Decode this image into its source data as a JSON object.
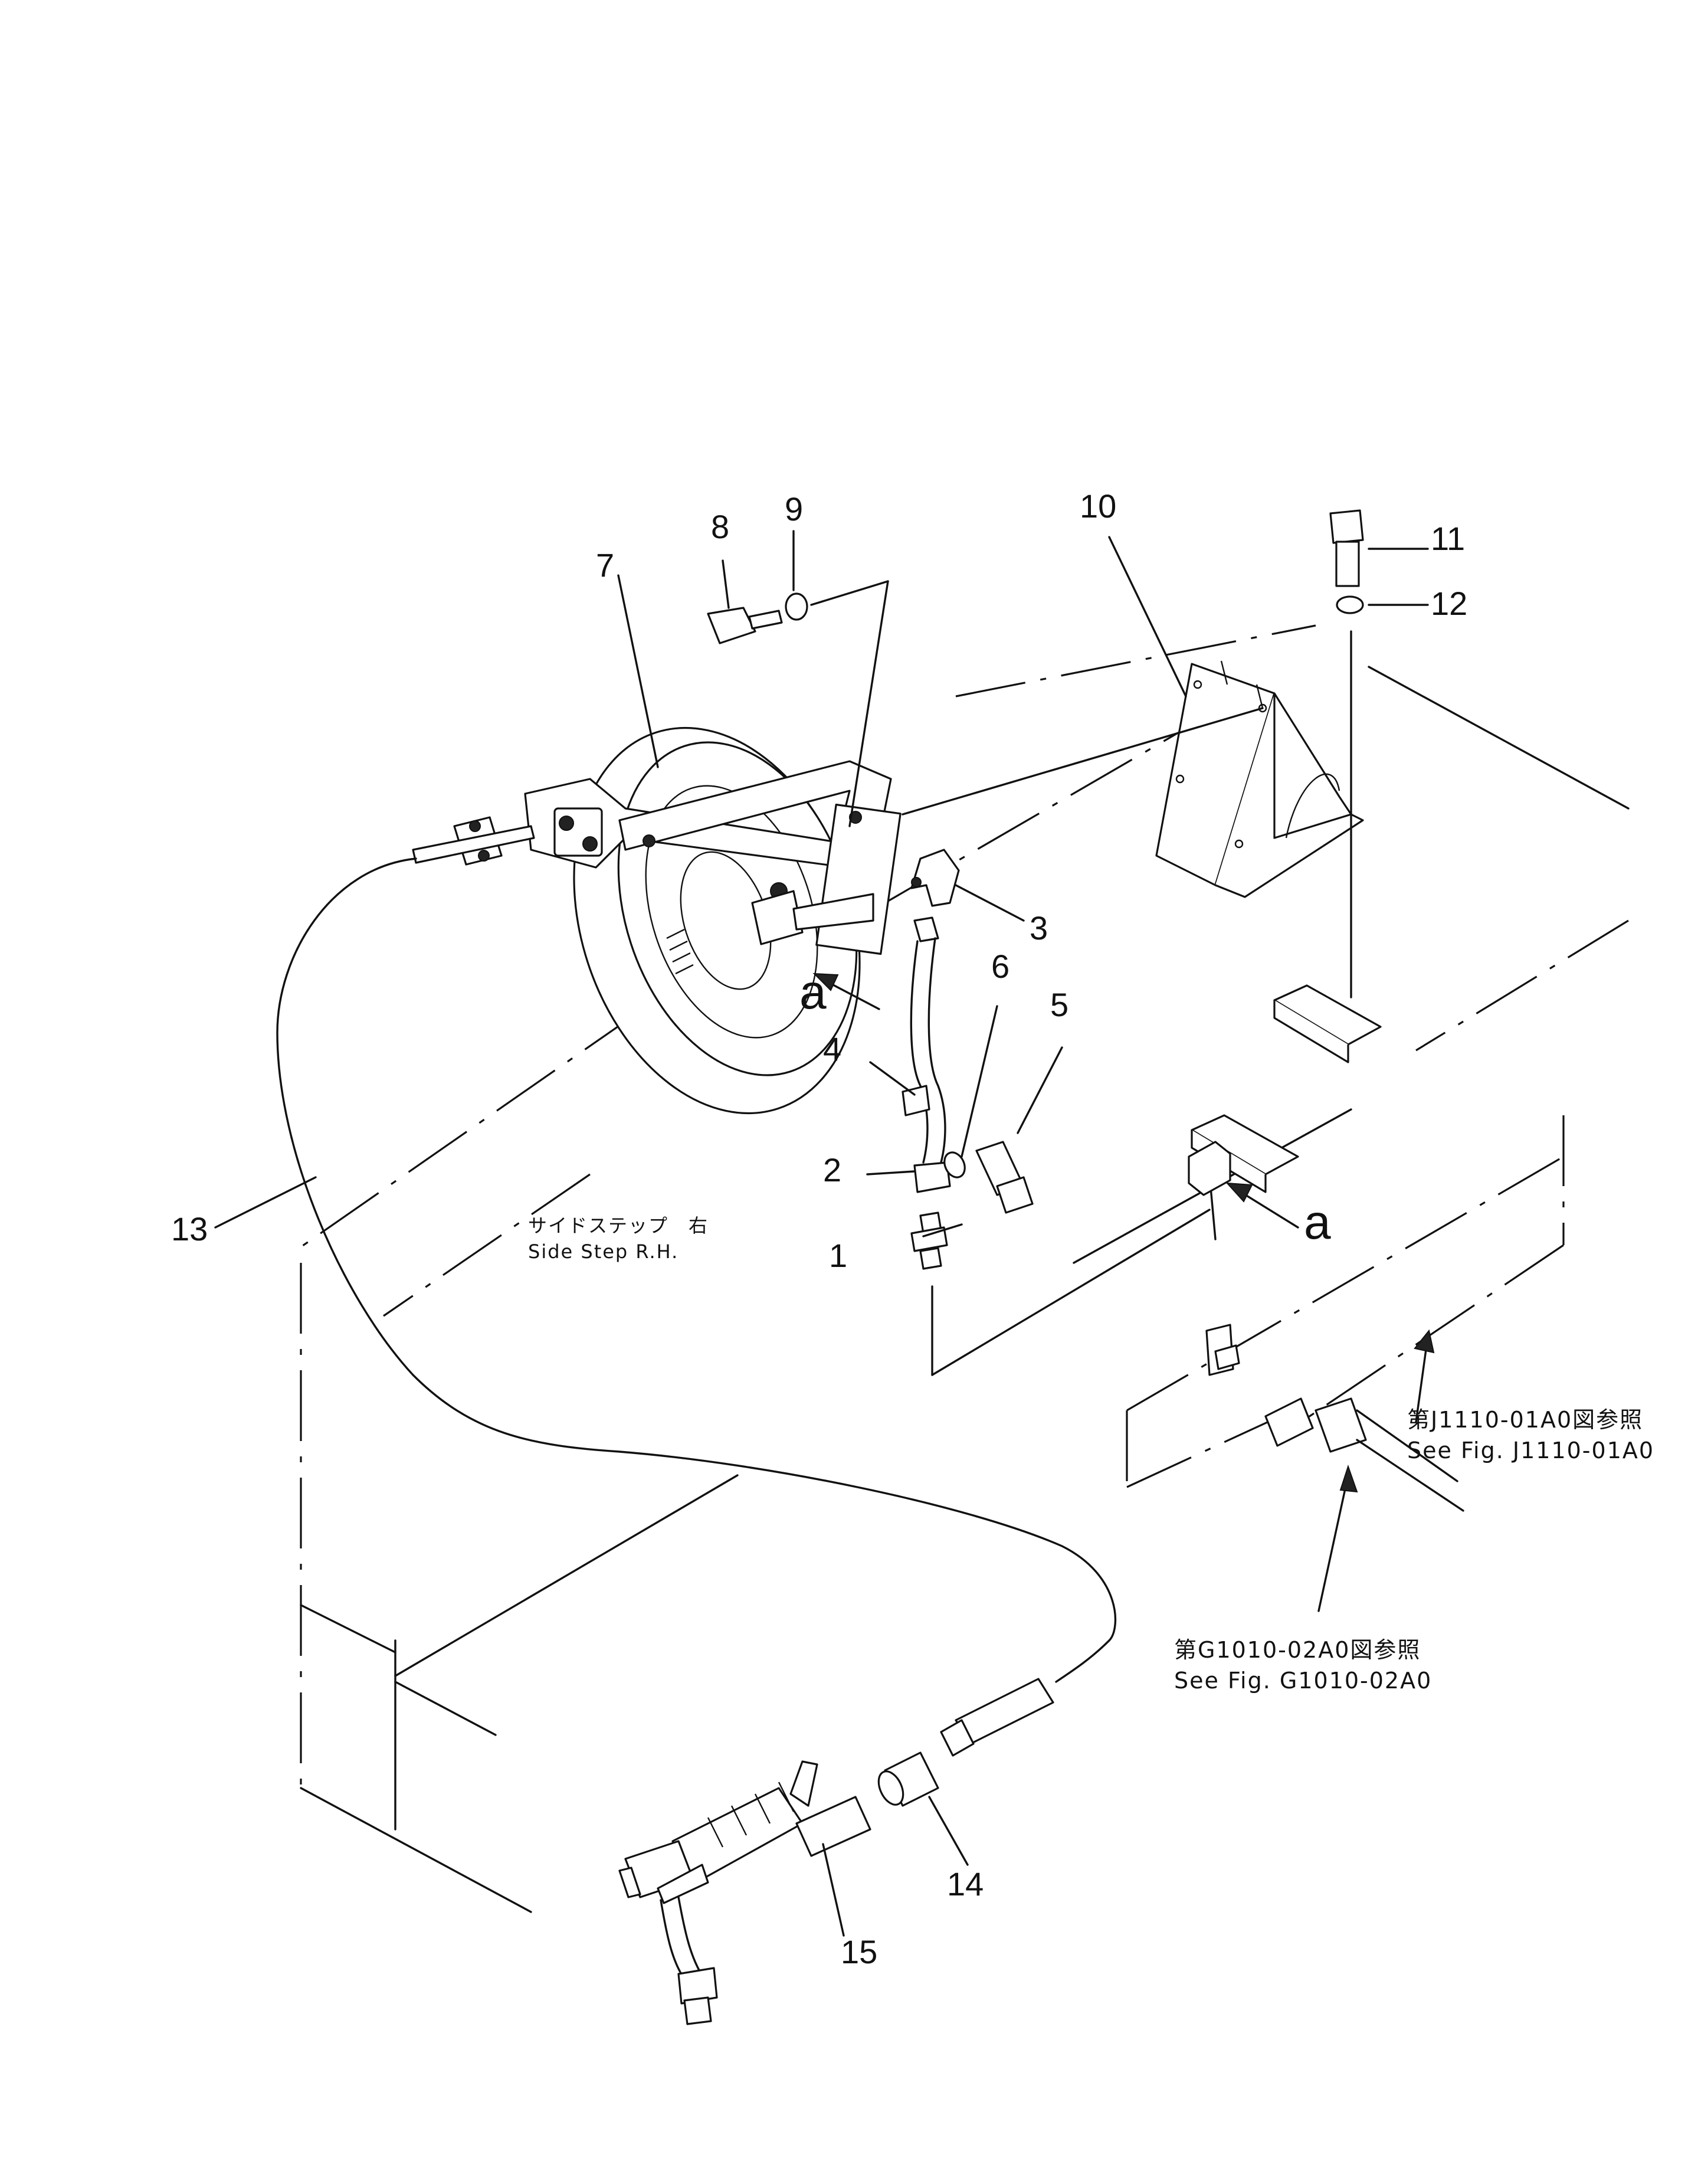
{
  "callouts": {
    "c1": "1",
    "c2": "2",
    "c3": "3",
    "c4": "4",
    "c5": "5",
    "c6": "6",
    "c7": "7",
    "c8": "8",
    "c9": "9",
    "c10": "10",
    "c11": "11",
    "c12": "12",
    "c13": "13",
    "c14": "14",
    "c15": "15"
  },
  "view_letters": {
    "a1": "a",
    "a2": "a"
  },
  "side_step": {
    "jp": "サイドステップ　右",
    "en": "Side Step R.H."
  },
  "ref_j1110": {
    "jp": "第J1110-01A0図参照",
    "en": "See Fig. J1110-01A0"
  },
  "ref_g1010": {
    "jp": "第G1010-02A0図参照",
    "en": "See Fig. G1010-02A0"
  }
}
